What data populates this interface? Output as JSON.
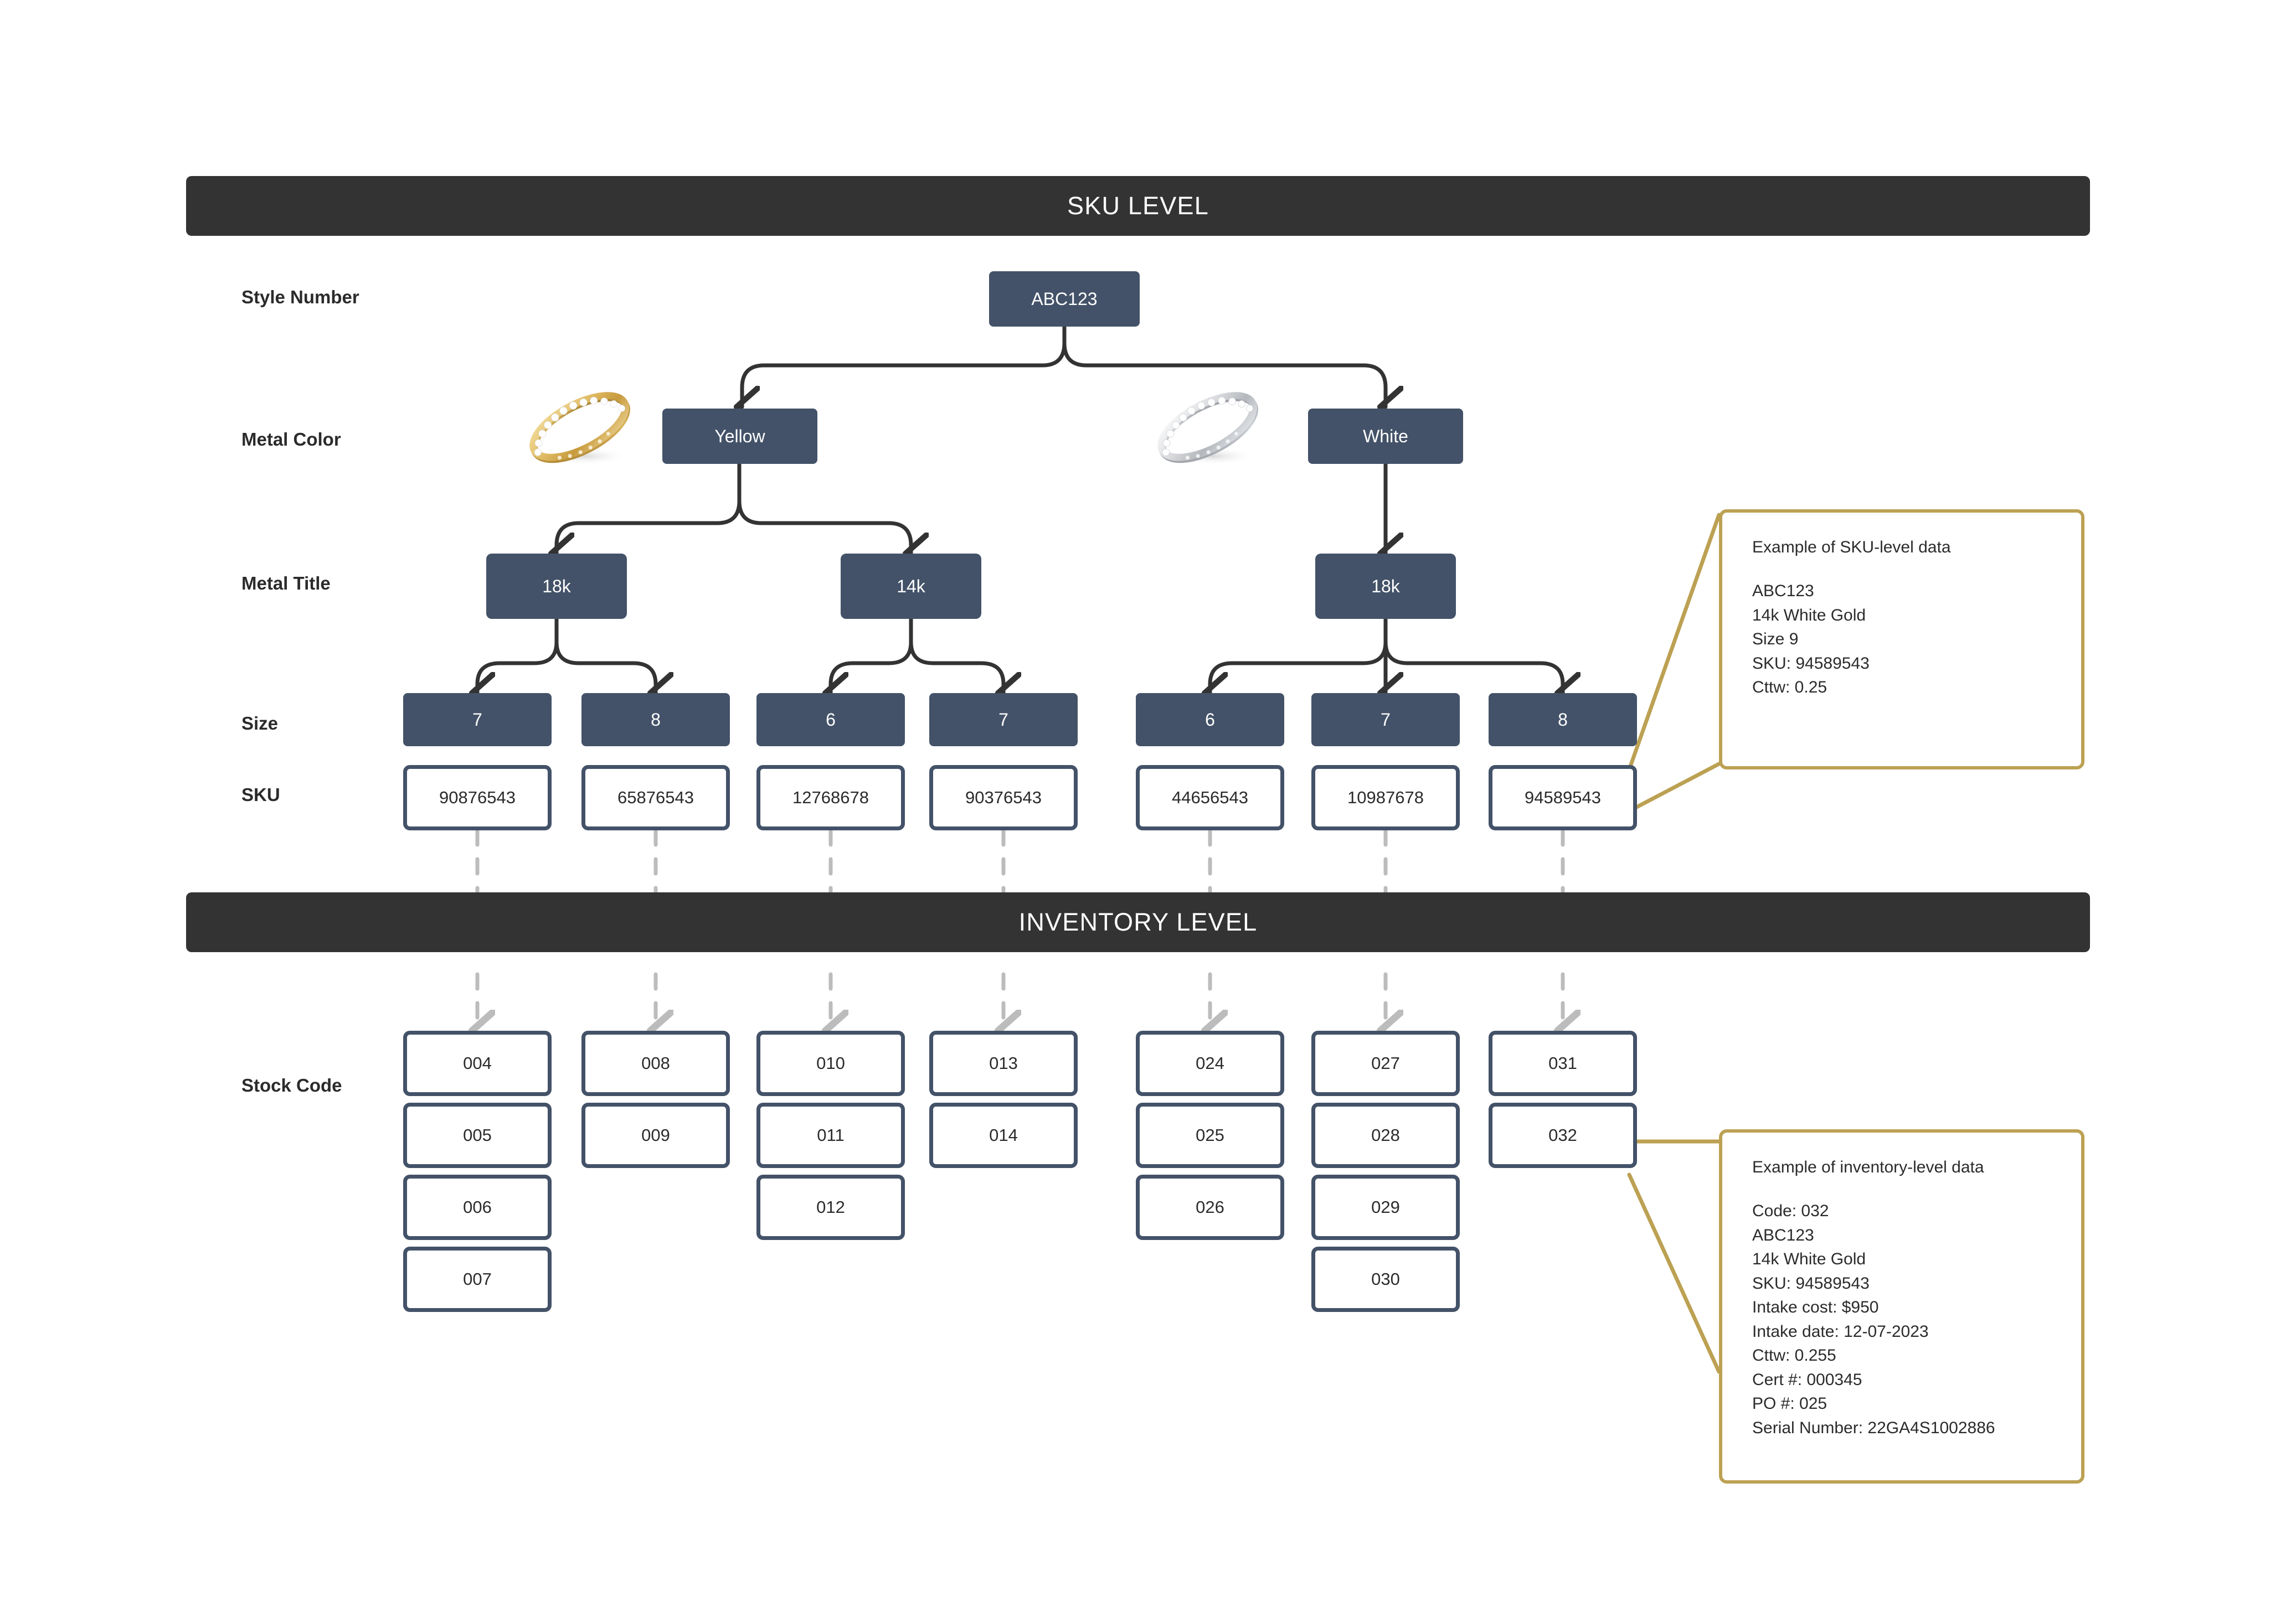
{
  "sections": {
    "sku_level": {
      "title": "SKU LEVEL"
    },
    "inventory_level": {
      "title": "INVENTORY LEVEL"
    }
  },
  "row_labels": {
    "style_number": "Style Number",
    "metal_color": "Metal Color",
    "metal_title": "Metal Title",
    "size": "Size",
    "sku": "SKU",
    "stock_code": "Stock Code"
  },
  "tree": {
    "style_number": "ABC123",
    "metal_colors": [
      {
        "label": "Yellow",
        "swatch_icon": "yellow-gold-ring-photo"
      },
      {
        "label": "White",
        "swatch_icon": "white-gold-ring-photo"
      }
    ],
    "metal_titles": [
      "18k",
      "14k",
      "18k"
    ],
    "sizes": [
      "7",
      "8",
      "6",
      "7",
      "6",
      "7",
      "8"
    ],
    "skus": [
      "90876543",
      "65876543",
      "12768678",
      "90376543",
      "44656543",
      "10987678",
      "94589543"
    ]
  },
  "inventory": {
    "columns": [
      {
        "codes": [
          "004",
          "005",
          "006",
          "007"
        ]
      },
      {
        "codes": [
          "008",
          "009"
        ]
      },
      {
        "codes": [
          "010",
          "011",
          "012"
        ]
      },
      {
        "codes": [
          "013",
          "014"
        ]
      },
      {
        "codes": [
          "024",
          "025",
          "026"
        ]
      },
      {
        "codes": [
          "027",
          "028",
          "029",
          "030"
        ]
      },
      {
        "codes": [
          "031",
          "032"
        ]
      }
    ]
  },
  "callouts": {
    "sku": {
      "title": "Example of SKU-level data",
      "lines": [
        "ABC123",
        "14k White Gold",
        "Size 9",
        "SKU: 94589543",
        "Cttw: 0.25"
      ]
    },
    "inventory": {
      "title": "Example of inventory-level data",
      "lines": [
        "Code: 032",
        "ABC123",
        "14k White Gold",
        "SKU: 94589543",
        "Intake cost: $950",
        "Intake date: 12-07-2023",
        "Cttw: 0.255",
        "Cert #: 000345",
        "PO #: 025",
        "Serial Number: 22GA4S1002886"
      ]
    }
  },
  "colors": {
    "header_bar": "#333333",
    "node_fill": "#435268",
    "callout_border": "#bca153",
    "connector": "#333333",
    "dashed_connector": "#bcbcbc",
    "background": "#ffffff"
  }
}
